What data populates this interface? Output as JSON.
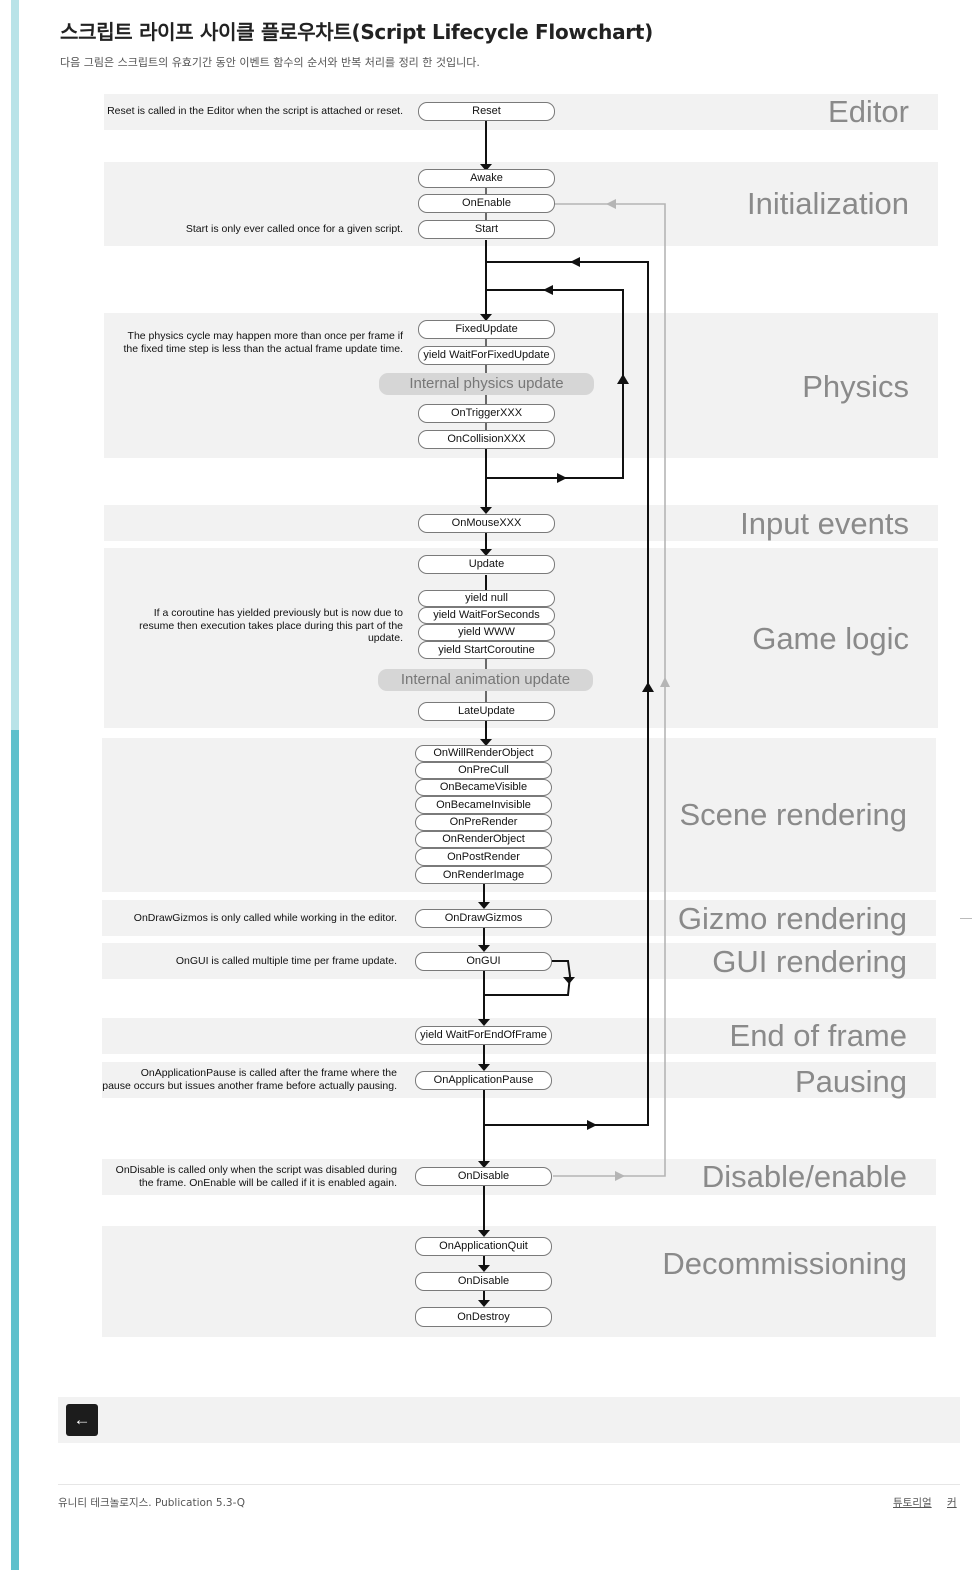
{
  "page": {
    "title": "스크립트 라이프 사이클 플로우차트(Script Lifecycle Flowchart)",
    "subtitle": "다음 그림은 스크립트의 유효기간 동안 이벤트 함수의 순서와 반복 처리를 정리 한 것입니다."
  },
  "sections": {
    "editor": "Editor",
    "initialization": "Initialization",
    "physics": "Physics",
    "input": "Input events",
    "game_logic": "Game logic",
    "scene_rendering": "Scene rendering",
    "gizmo_rendering": "Gizmo rendering",
    "gui_rendering": "GUI rendering",
    "end_of_frame": "End of frame",
    "pausing": "Pausing",
    "disable_enable": "Disable/enable",
    "decommissioning": "Decommissioning"
  },
  "nodes": {
    "reset": "Reset",
    "awake": "Awake",
    "onenable": "OnEnable",
    "start": "Start",
    "fixedupdate": "FixedUpdate",
    "yield_waitforfixedupdate": "yield WaitForFixedUpdate",
    "internal_physics": "Internal physics update",
    "ontriggerxxx": "OnTriggerXXX",
    "oncollisionxxx": "OnCollisionXXX",
    "onmousexxx": "OnMouseXXX",
    "update": "Update",
    "yield_null": "yield null",
    "yield_waitforseconds": "yield WaitForSeconds",
    "yield_www": "yield WWW",
    "yield_startcoroutine": "yield StartCoroutine",
    "internal_animation": "Internal animation update",
    "lateupdate": "LateUpdate",
    "onwillrenderobject": "OnWillRenderObject",
    "onprecull": "OnPreCull",
    "onbecamevisible": "OnBecameVisible",
    "onbecameinvisible": "OnBecameInvisible",
    "onprerender": "OnPreRender",
    "onrenderobject": "OnRenderObject",
    "onpostrender": "OnPostRender",
    "onrenderimage": "OnRenderImage",
    "ondrawgizmos": "OnDrawGizmos",
    "ongui": "OnGUI",
    "yield_waitforendofframe": "yield WaitForEndOfFrame",
    "onapplicationpause": "OnApplicationPause",
    "ondisable": "OnDisable",
    "onapplicationquit": "OnApplicationQuit",
    "ondisable2": "OnDisable",
    "ondestroy": "OnDestroy"
  },
  "notes": {
    "reset": "Reset is called in the Editor when the script is attached or reset.",
    "start": "Start is only ever called once for a given script.",
    "physics_line1": "The physics cycle may happen more than once per frame if",
    "physics_line2": "the fixed time step is less than the actual frame update time.",
    "coroutine_line1": "If a coroutine has yielded previously but is now due to",
    "coroutine_line2": "resume then execution takes place during this part of the",
    "coroutine_line3": "update.",
    "gizmos": "OnDrawGizmos is only called while working in the editor.",
    "gui": "OnGUI is called multiple time per frame update.",
    "pause_line1": "OnApplicationPause is called after the frame where the",
    "pause_line2": "pause occurs but issues another frame before actually pausing.",
    "disable_line1": "OnDisable is called only when the script was disabled during",
    "disable_line2": "the frame. OnEnable will be called if it is enabled again."
  },
  "footer": {
    "back_icon": "←",
    "copyright": "유니티 테크놀로지스. Publication 5.3-Q",
    "link_tutorials": "튜토리얼",
    "link_community": "커"
  },
  "colors": {
    "accent_top": "#b9e3e8",
    "accent_bottom": "#5fc0cc",
    "band": "#f2f2f2",
    "section_label": "#8a8a8a",
    "flow_arrow": "#111111",
    "enable_loop_arrow": "#b5b5b5"
  }
}
